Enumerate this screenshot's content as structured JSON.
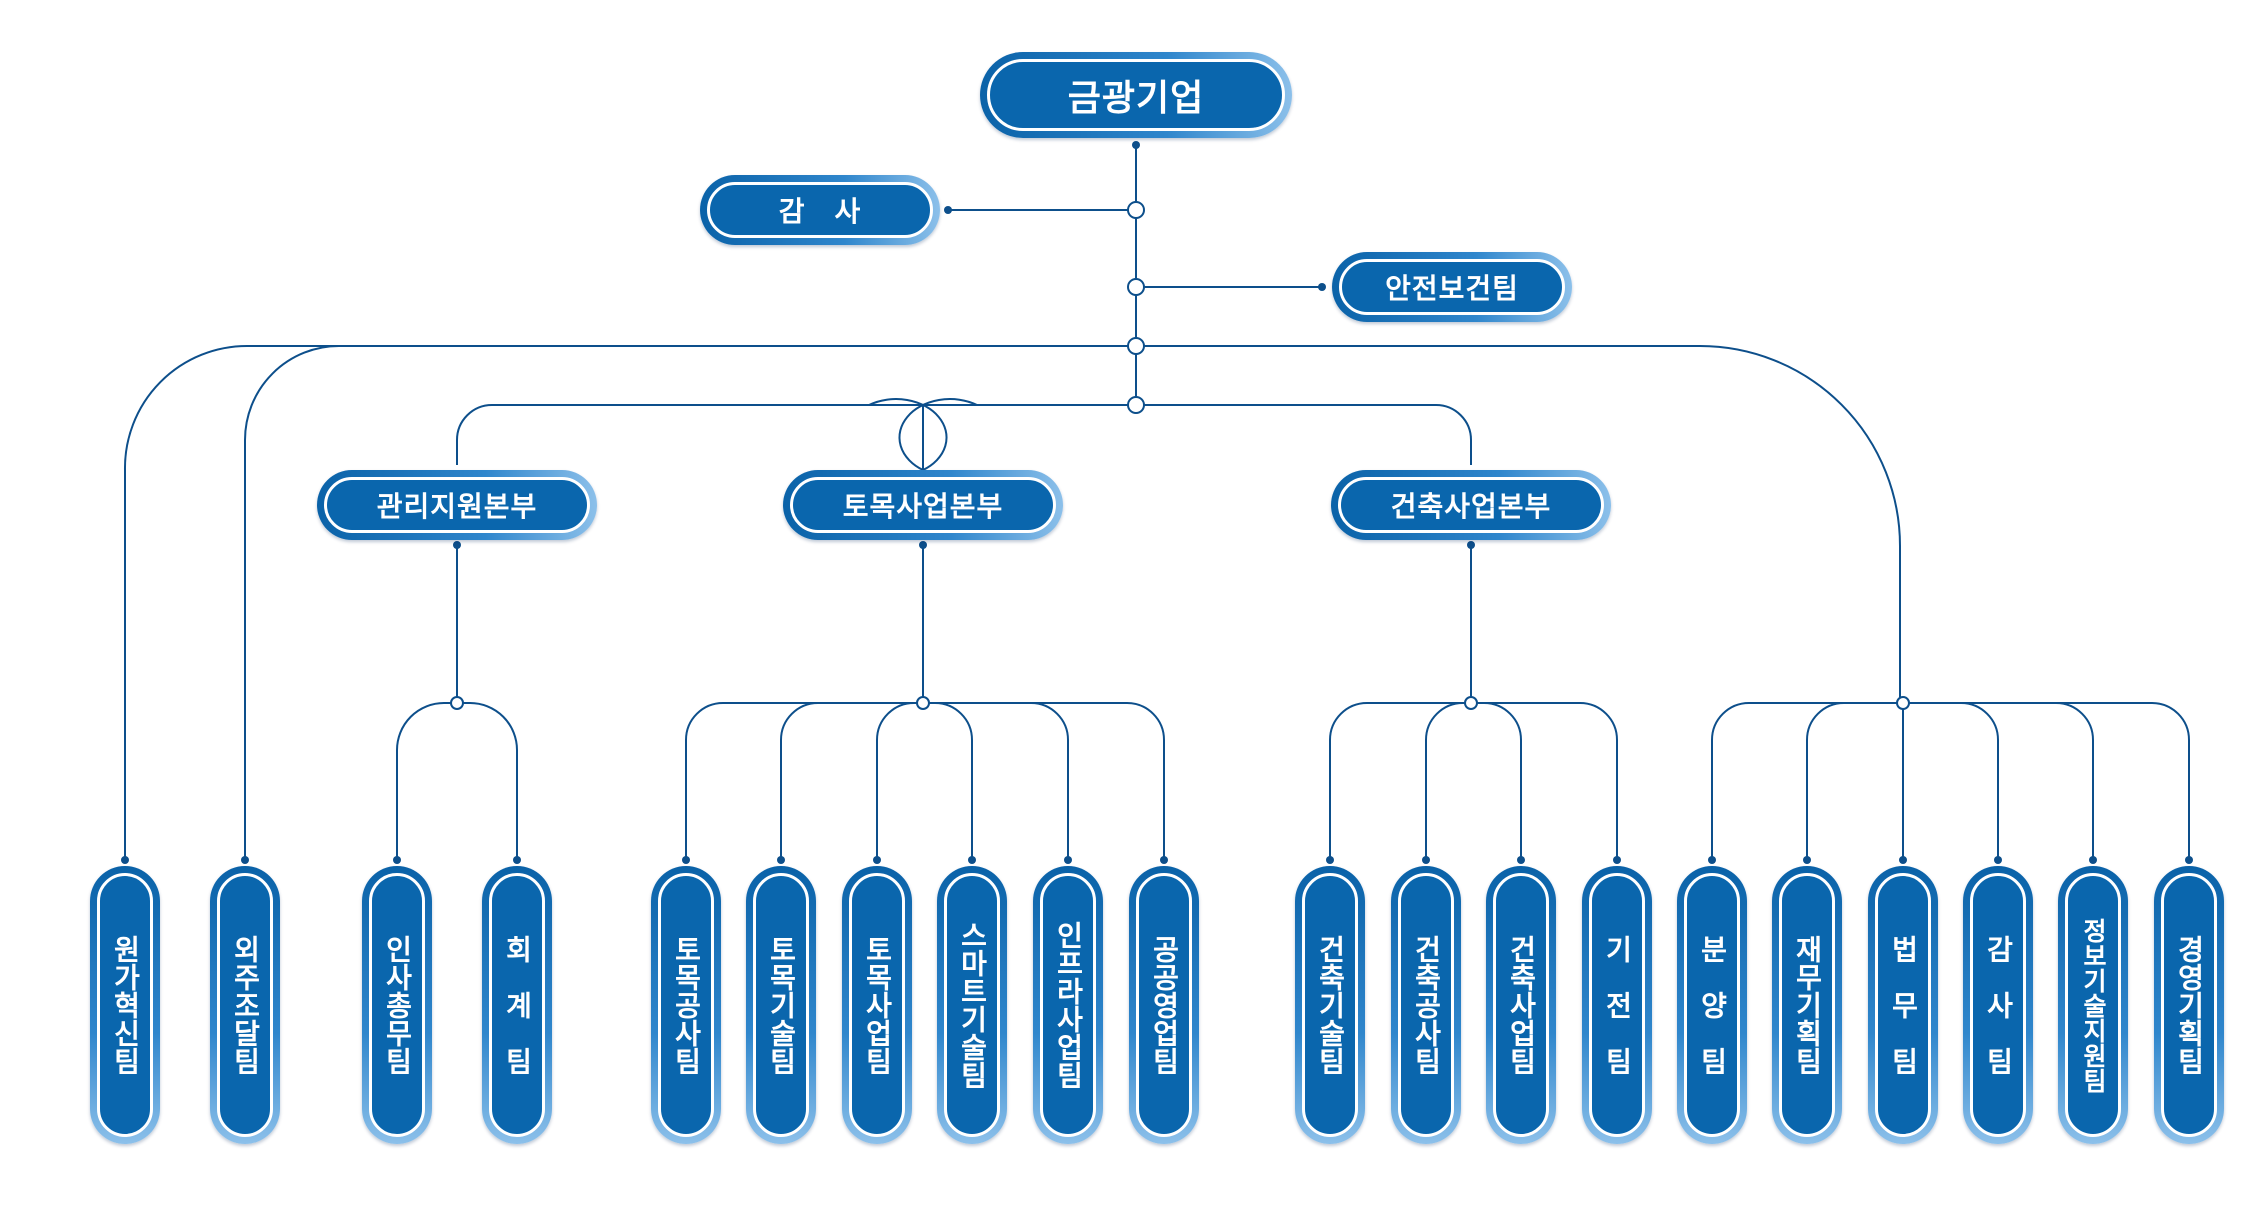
{
  "top": "금광기업",
  "side_left": "감　사",
  "side_right": "안전보건팀",
  "divisions": [
    "관리지원본부",
    "토목사업본부",
    "건축사업본부"
  ],
  "left_teams": [
    "원가혁신팀",
    "외주조달팀"
  ],
  "mgmt_teams": [
    "인사총무팀",
    "회　계　팀"
  ],
  "civil_teams": [
    "토목공사팀",
    "토목기술팀",
    "토목사업팀",
    "스마트기술팀",
    "인프라사업팀",
    "공공영업팀"
  ],
  "arch_teams": [
    "건축기술팀",
    "건축공사팀",
    "건축사업팀",
    "기　전　팀"
  ],
  "right_teams": [
    "분　양　팀",
    "재무기획팀",
    "법　무　팀",
    "감　사　팀",
    "정보기술지원팀",
    "경영기획팀"
  ]
}
